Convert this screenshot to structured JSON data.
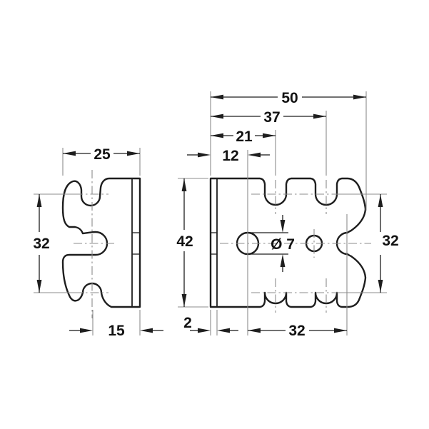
{
  "app": {
    "type": "technical-dimension-drawing",
    "background": "#ffffff"
  },
  "colors": {
    "outline": "#1e1e1e",
    "dimension_lines": "#1e1e1e",
    "auxiliary_lines": "#8c8c8c",
    "label_text": "#121212"
  },
  "side_view": {
    "dims": {
      "width": "25",
      "notch_spacing": "32",
      "bottom_offset": "15"
    }
  },
  "front_view": {
    "dims": {
      "overall_width": "50",
      "notch2_offset": "37",
      "notch1_offset": "21",
      "hole_offset": "12",
      "height": "42",
      "right_notch_spacing": "32",
      "fold_thickness": "2",
      "hole_to_notch": "32",
      "hole_diameter": "Ø 7"
    }
  }
}
